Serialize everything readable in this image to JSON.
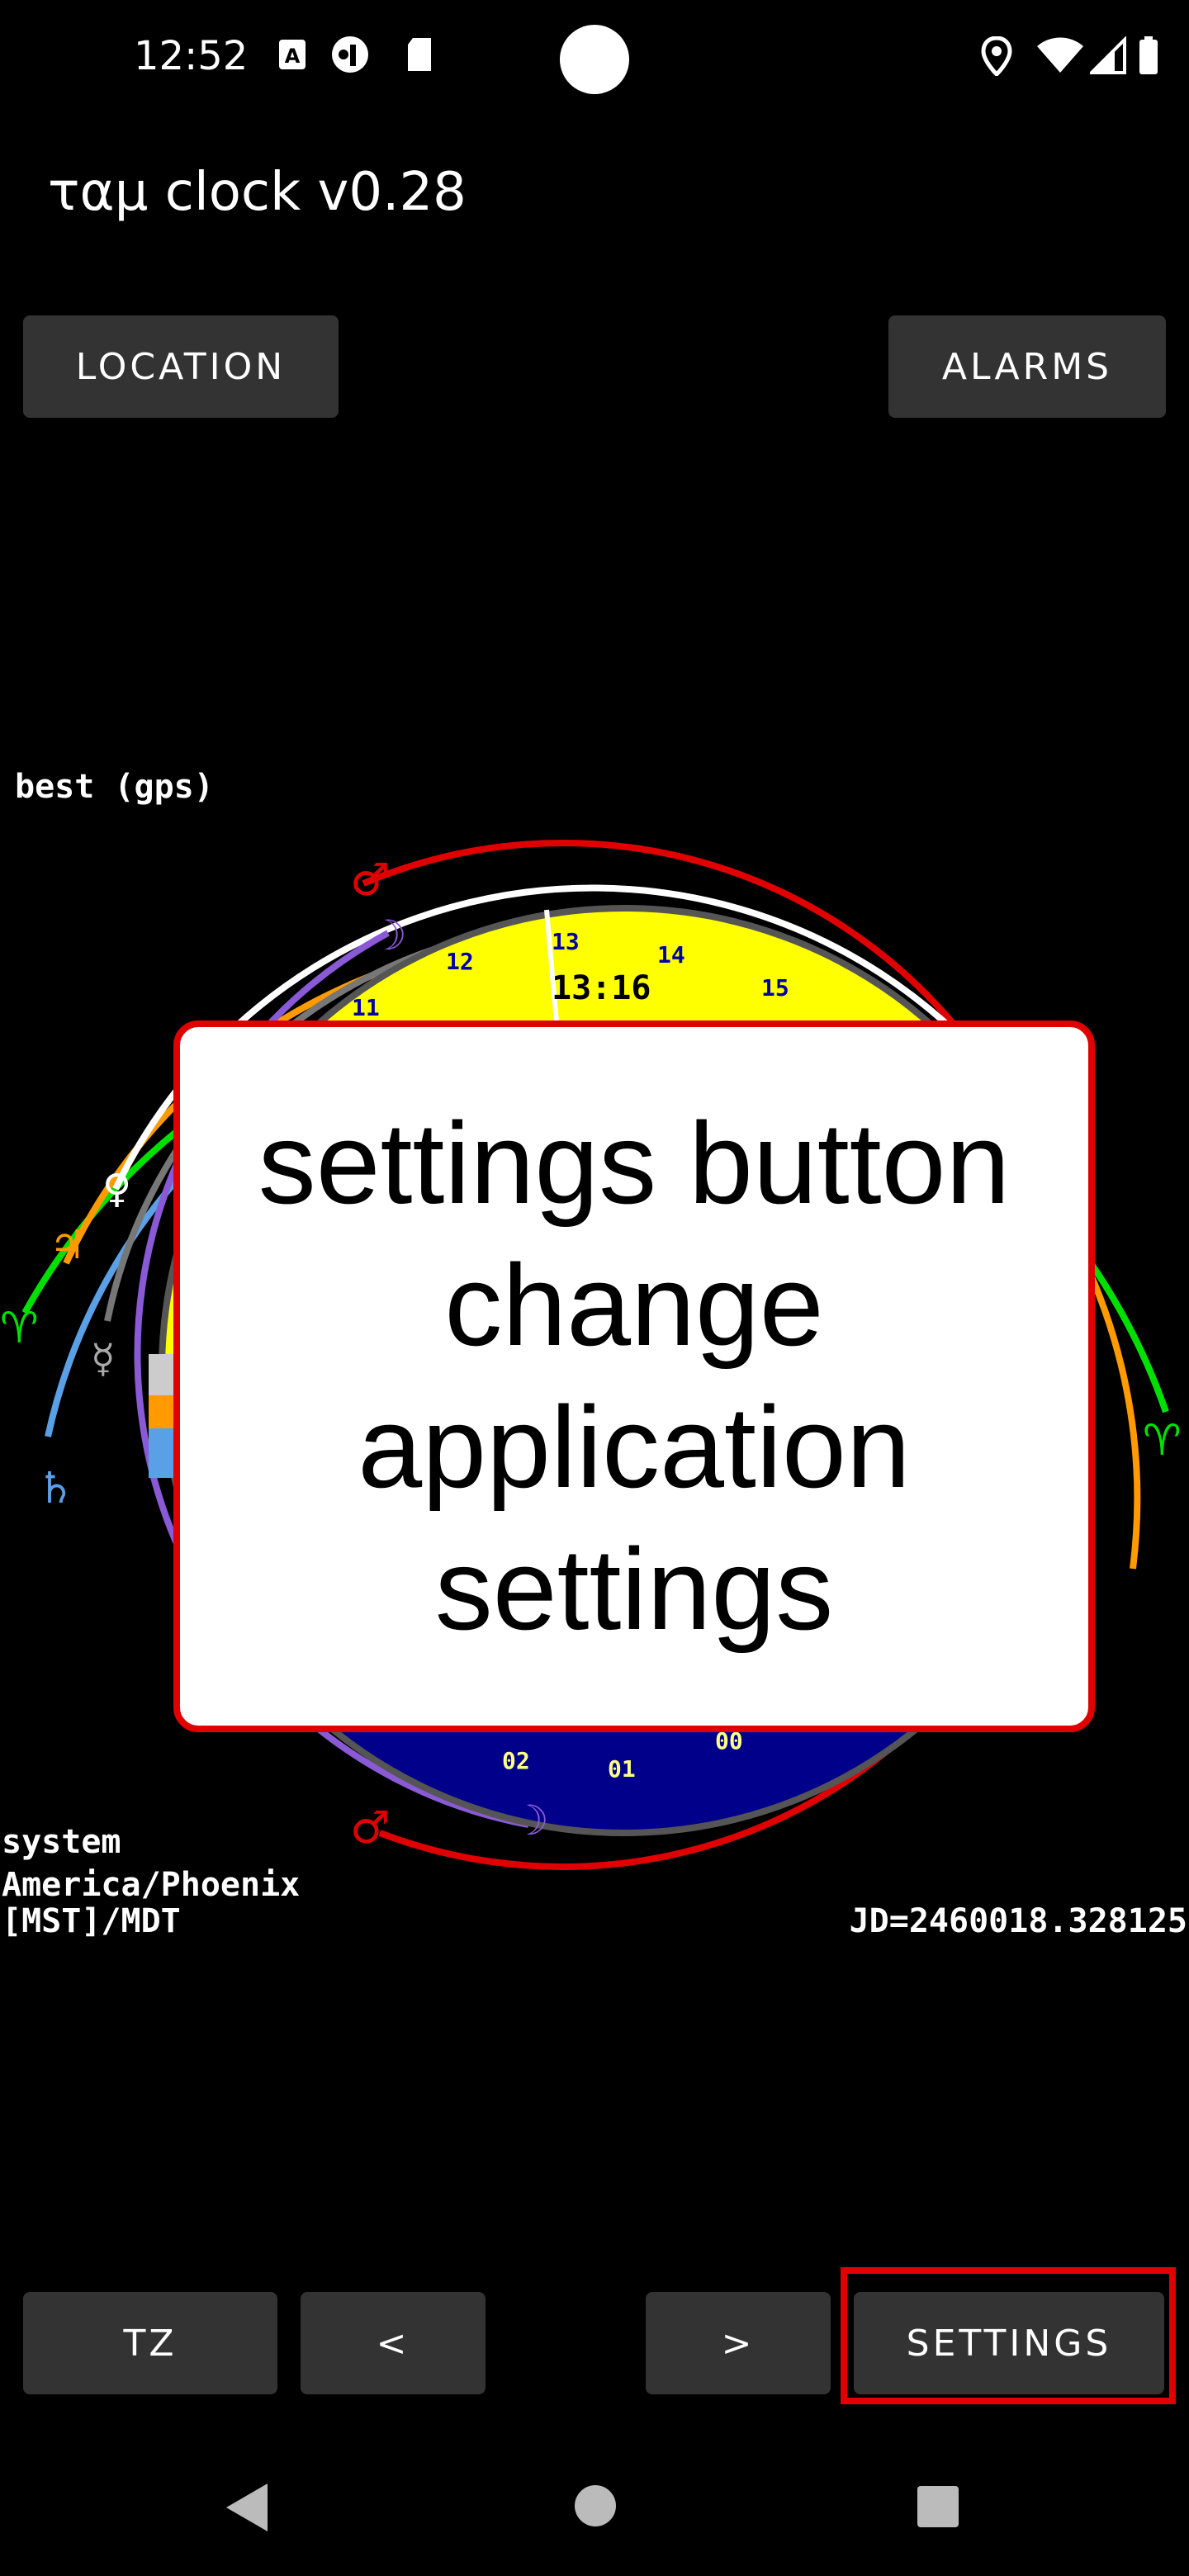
{
  "status_bar": {
    "time": "12:52",
    "left_icons": [
      "a-box-icon",
      "circle-p-icon",
      "sd-card-icon"
    ],
    "right_icons": [
      "location-pin-icon",
      "wifi-icon",
      "signal-icon",
      "battery-icon"
    ]
  },
  "app": {
    "title": "ταμ clock v0.28"
  },
  "top_buttons": {
    "location": "LOCATION",
    "alarms": "ALARMS"
  },
  "clock": {
    "location_source": "best (gps)",
    "time_display": "13:16",
    "timezone_source": "system",
    "timezone_name": "America/Phoenix",
    "timezone_abbr": "[MST]/MDT",
    "julian_date": "JD=2460018.328125",
    "hour_labels_top": [
      "11",
      "12",
      "13",
      "14",
      "15"
    ],
    "hour_labels_bottom": [
      "02",
      "01",
      "00"
    ],
    "planet_symbols": [
      "mars-symbol",
      "moon-symbol",
      "venus-symbol",
      "jupiter-symbol",
      "mercury-symbol",
      "saturn-symbol",
      "aries-symbol"
    ],
    "ring_colors": {
      "aries": "#00e000",
      "saturn": "#5aa0e6",
      "jupiter": "#ff9a00",
      "mars": "#e00000",
      "venus": "#ffffff",
      "mercury": "#777777",
      "moon": "#8a5ad6",
      "day": "#ffff00",
      "night": "#00008b"
    }
  },
  "callout": {
    "text": "settings button change application settings"
  },
  "bottom_buttons": {
    "tz": "TZ",
    "prev": "<",
    "next": ">",
    "settings": "SETTINGS"
  },
  "nav": {
    "back": "back-triangle-icon",
    "home": "home-circle-icon",
    "recents": "recents-square-icon"
  }
}
